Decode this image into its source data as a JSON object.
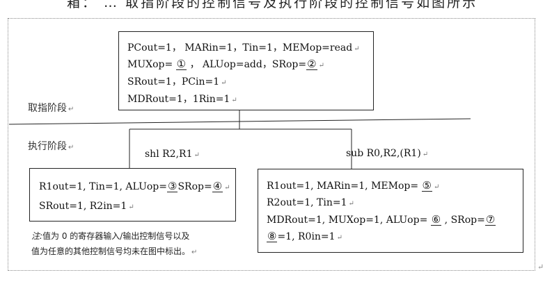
{
  "top_strip": "箱：  …  取指阶段的控制信号及执行阶段的控制信号如图所示",
  "fetch_phase_label": "取指阶段",
  "execute_phase_label": "执行阶段",
  "fetch_box": {
    "line1": "PCout=1，  MARin=1，Tin=1，MEMop=read",
    "line2_pre": "MUXop= ",
    "line2_c1": "①",
    "line2_mid": " ，   ALUop=add，SRop=",
    "line2_c2": "②",
    "line3": "SRout=1，PCin=1",
    "line4": "MDRout=1，1Rin=1"
  },
  "instr_left": "shl R2,R1",
  "instr_right": "sub R0,R2,(R1)",
  "left_box": {
    "line1_pre": "R1out=1, Tin=1, ALUop=",
    "line1_c1": "③",
    "line1_mid": "SRop=",
    "line1_c2": "④",
    "line2": "SRout=1, R2in=1"
  },
  "right_box": {
    "line1_pre": "R1out=1, MARin=1, MEMop= ",
    "line1_c1": "⑤",
    "line2": "R2out=1, Tin=1",
    "line3_pre": "MDRout=1, MUXop=1, ALUop= ",
    "line3_c1": "⑥",
    "line3_mid": " , SRop=",
    "line3_c2": "⑦",
    "line4_c1": "⑧",
    "line4_post": "=1, R0in=1"
  },
  "note": {
    "label": "注:",
    "line1": "值为 0 的寄存器输入/输出控制信号以及",
    "line2": "值为任意的其他控制信号均未在图中标出。"
  },
  "para_mark": "↵"
}
